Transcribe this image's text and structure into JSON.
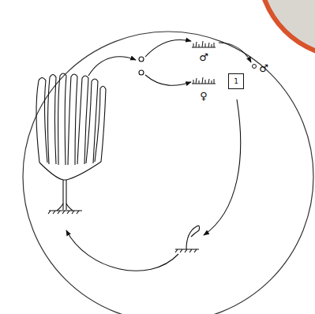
{
  "diagram": {
    "nodes": [
      {
        "text": [
          "1"
        ]
      }
    ],
    "labels": [
      "♂",
      "♂",
      "♀"
    ]
  }
}
